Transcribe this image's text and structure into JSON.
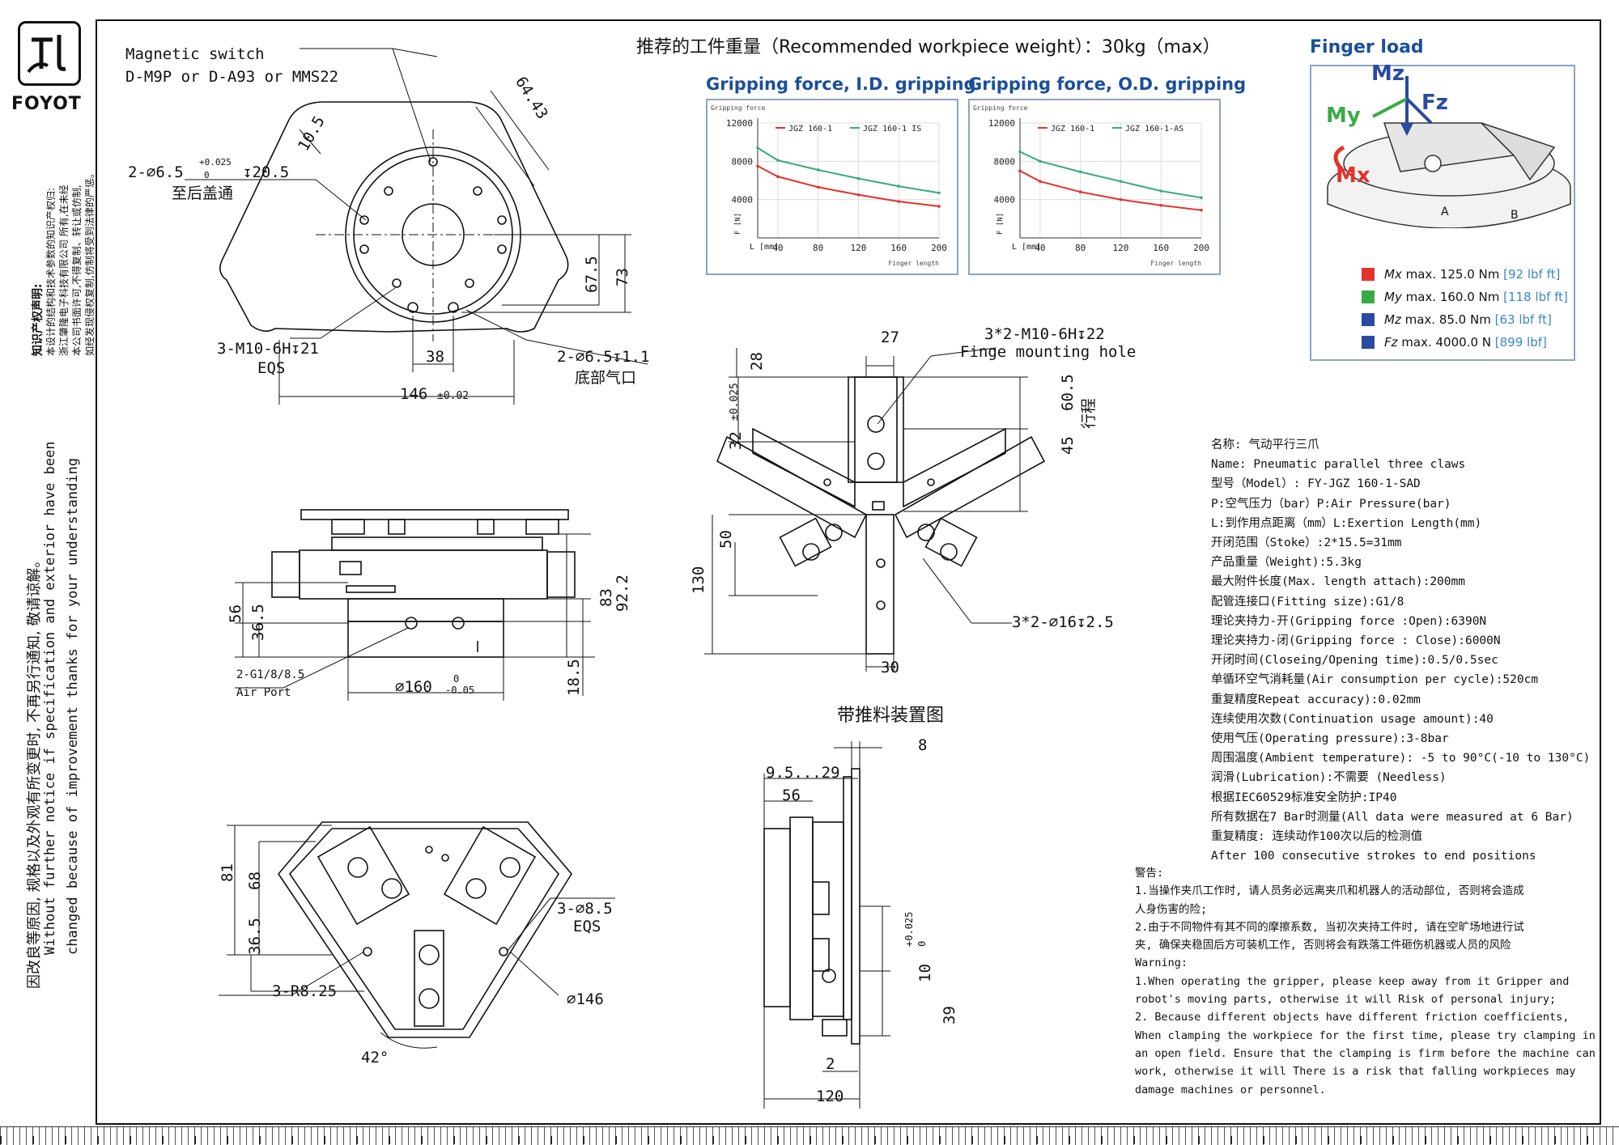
{
  "brand": {
    "logo_text": "FOYOT"
  },
  "notices": {
    "ip_title": "知识产权声明:",
    "ip_line1": "本设计的结构和技术参数的知识产权归:",
    "ip_line2": "浙江肇隆电子科技有限公司 所有,在未经",
    "ip_line3": "本公司书面许可,不得复制、转让或仿制,",
    "ip_line4": "如经发现侵权复制,仿制将受到法律的严惩。",
    "change_cn": "因改良等原因, 规格以及外观有所变更时, 不再另行通知, 敬请谅解。",
    "change_en1": "Without further  notice if specification and exterior have been",
    "change_en2": "changed because of improvement thanks for your understanding"
  },
  "header": {
    "recommended_weight": "推荐的工件重量（Recommended workpiece weight）：30kg（max）"
  },
  "top_view": {
    "switch_line1": "Magnetic switch",
    "switch_line2": "D-M9P or D-A93 or MMS22",
    "d_10_5": "10.5",
    "d_64_43": "64.43",
    "hole_spec_a": "2-∅6.5",
    "hole_tol_up": "+0.025",
    "hole_tol_dn": "0",
    "hole_depth": "↧20.5",
    "hole_note": "至后盖通",
    "d_67_5": "67.5",
    "d_73": "73",
    "thread_spec": "3-M10-6H↧21",
    "thread_eqs": "EQS",
    "d_38": "38",
    "d_146": "146",
    "d_146_tol": "±0.02",
    "bottom_hole": "2-∅6.5↧1.1",
    "bottom_note": "底部气口"
  },
  "side_view": {
    "d_56": "56",
    "d_36_5": "36.5",
    "d_83": "83",
    "d_92_2": "92.2",
    "d_18_5": "18.5",
    "port_spec": "2-G1/8/8.5",
    "port_label": "Air Port",
    "d_160": "∅160",
    "d_160_up": "0",
    "d_160_dn": "-0.05"
  },
  "bottom_view": {
    "d_81": "81",
    "d_68": "68",
    "d_36_5": "36.5",
    "r_spec": "3-R8.25",
    "hole_spec": "3-∅8.5",
    "hole_eqs": "EQS",
    "d_146": "∅146",
    "angle": "42°"
  },
  "finger_view": {
    "d_27": "27",
    "mount_spec": "3*2-M10-6H↧22",
    "mount_label": "Finge mounting hole",
    "d_28": "28",
    "d_tol": "±0.025",
    "d_32": "32",
    "d_60_5": "60.5",
    "stroke": "行程",
    "d_45": "45",
    "d_50": "50",
    "d_130": "130",
    "counterbore": "3*2-∅16↧2.5",
    "d_30": "30",
    "caption": "带推料装置图"
  },
  "section_view": {
    "d_8": "8",
    "d_range": "9.5...29",
    "d_56": "56",
    "d_10": "10",
    "d_10_up": "+0.025",
    "d_10_dn": "0",
    "d_39": "39",
    "d_2": "2",
    "d_120": "120"
  },
  "chart_data": [
    {
      "type": "line",
      "title": "Gripping force, I.D. gripping",
      "ylabel": "F [N]",
      "xlabel": "Finger length",
      "ytitle": "Gripping force",
      "xunit": "L [mm]",
      "x": [
        20,
        40,
        80,
        120,
        160,
        200
      ],
      "xticks": [
        40,
        80,
        120,
        160,
        200
      ],
      "yticks": [
        4000,
        8000,
        12000
      ],
      "xlim": [
        20,
        200
      ],
      "ylim": [
        0,
        12000
      ],
      "series": [
        {
          "name": "JGZ  160-1",
          "color": "#e4322b",
          "values": [
            7500,
            6400,
            5300,
            4500,
            3800,
            3300
          ]
        },
        {
          "name": "JGZ  160-1 IS",
          "color": "#3aaa7c",
          "values": [
            9400,
            8100,
            7100,
            6200,
            5400,
            4700
          ]
        }
      ]
    },
    {
      "type": "line",
      "title": "Gripping force, O.D. gripping",
      "ylabel": "F [N]",
      "xlabel": "Finger length",
      "ytitle": "Gripping force",
      "xunit": "L [mm]",
      "x": [
        20,
        40,
        80,
        120,
        160,
        200
      ],
      "xticks": [
        40,
        80,
        120,
        160,
        200
      ],
      "yticks": [
        4000,
        8000,
        12000
      ],
      "xlim": [
        20,
        200
      ],
      "ylim": [
        0,
        12000
      ],
      "series": [
        {
          "name": "JGZ  160-1",
          "color": "#e4322b",
          "values": [
            7000,
            5900,
            4800,
            4000,
            3400,
            2900
          ]
        },
        {
          "name": "JGZ  160-1-AS",
          "color": "#3aaa7c",
          "values": [
            9000,
            8000,
            6900,
            5900,
            4900,
            4200
          ]
        }
      ]
    }
  ],
  "finger_load": {
    "title": "Finger load",
    "axis_mz": "Mz",
    "axis_my": "My",
    "axis_mx": "Mx",
    "axis_fz": "Fz",
    "jaw_a": "A",
    "jaw_b": "B",
    "rows": [
      {
        "sym": "Mx",
        "label": "max.  125.0 Nm",
        "imperial": "[92 lbf ft]",
        "color": "#e4322b"
      },
      {
        "sym": "My",
        "label": "max.  160.0 Nm",
        "imperial": "[118 lbf ft]",
        "color": "#3aaa45"
      },
      {
        "sym": "Mz",
        "label": "max.  85.0 Nm",
        "imperial": "[63 lbf ft]",
        "color": "#2a4aa0"
      },
      {
        "sym": "Fz",
        "label": "max.  4000.0 N",
        "imperial": "[899 lbf]",
        "color": "#2a4aa0"
      }
    ]
  },
  "specs": [
    "名称: 气动平行三爪",
    "Name: Pneumatic parallel three claws",
    "型号（Model）: FY-JGZ 160-1-SAD",
    "P:空气压力（bar）P:Air Pressure(bar)",
    "L:到作用点距离（mm）L:Exertion Length(mm)",
    "开闭范围（Stoke）:2*15.5=31mm",
    "产品重量（Weight):5.3kg",
    "最大附件长度(Max. length attach):200mm",
    "配管连接口(Fitting size):G1/8",
    "理论夹持力-开(Gripping force :Open):6390N",
    "理论夹持力-闭(Gripping force : Close):6000N",
    "开闭时间(Closeing/Opening time):0.5/0.5sec",
    "单循环空气消耗量(Air consumption per cycle):520cm",
    "重复精度Repeat accuracy):0.02mm",
    "连续使用次数(Continuation usage amount):40",
    "使用气压(Operating pressure):3-8bar",
    "周围温度(Ambient temperature): -5 to 90°C(-10 to 130°C)",
    "润滑(Lubrication):不需要 (Needless)",
    "根据IEC60529标准安全防护:IP40",
    "所有数据在7 Bar时测量(All data were measured at 6 Bar)",
    "重复精度: 连续动作100次以后的检测值",
    "After 100 consecutive strokes to end positions"
  ],
  "warnings": [
    "警告:",
    "1.当操作夹爪工作时, 请人员务必远离夹爪和机器人的活动部位, 否则将会造成",
    "人身伤害的险;",
    "2.由于不同物件有其不同的摩擦系数, 当初次夹持工件时, 请在空旷场地进行试",
    "夹, 确保夹稳固后方可装机工作, 否则将会有跌落工件砸伤机器或人员的风险",
    "Warning:",
    "1.When operating the gripper, please keep away from it Gripper and",
    "robot's moving parts, otherwise it will Risk of personal injury;",
    "2. Because different objects have different friction coefficients,",
    "When clamping the workpiece for the first time, please try clamping in",
    "an open field. Ensure that the clamping is firm before the machine can",
    "work, otherwise it will There is a risk that falling workpieces may",
    "damage machines or personnel."
  ]
}
